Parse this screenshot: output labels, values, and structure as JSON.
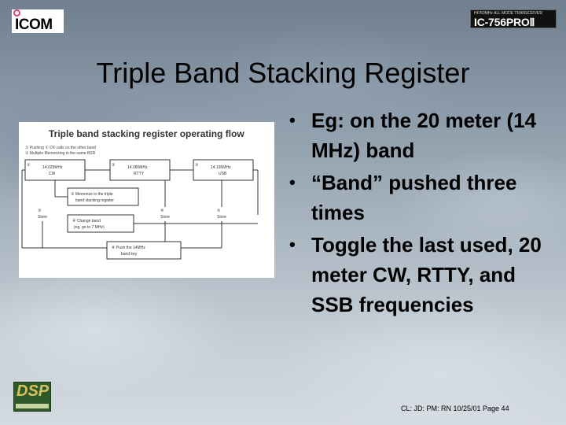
{
  "logo": {
    "brand": "ICOM"
  },
  "model_badge": {
    "small_text": "HF/50MHz ALL MODE TRANSCEIVER",
    "model": "IC-756PROⅡ"
  },
  "title": "Triple Band Stacking Register",
  "diagram": {
    "heading": "Triple band stacking register operating flow",
    "note_line1": "① Pushing ① DX calls on the other band",
    "note_line2": "② Multiple Memorizing in the same BSR",
    "box_a_num": "①",
    "box_a_line1": "14.025MHz",
    "box_a_line2": "CW",
    "box_b_num": "②",
    "box_b_line1": "14.080MHz",
    "box_b_line2": "RTTY",
    "box_c_num": "③",
    "box_c_line1": "14.195MHz",
    "box_c_line2": "USB",
    "memo_line1": "③ Memorize in the triple",
    "memo_line2": "band stacking register",
    "left_num": "③",
    "left_label": "Store",
    "right_num": "④",
    "right_label": "Store",
    "far_num": "⑤",
    "far_label": "Store",
    "change_line1": "④ Change band",
    "change_line2": "(eg. go to 7 MHz)",
    "return_line1": "⑥ Push the 14MHz",
    "return_line2": "band key"
  },
  "bullets": [
    "Eg: on the 20 meter (14 MHz) band",
    "“Band” pushed three times",
    "Toggle the last used, 20 meter CW, RTTY, and SSB frequencies"
  ],
  "bullet_symbol": "•",
  "dsp_logo": {
    "text": "DSP"
  },
  "footer": "CL: JD: PM: RN  10/25/01  Page 44"
}
